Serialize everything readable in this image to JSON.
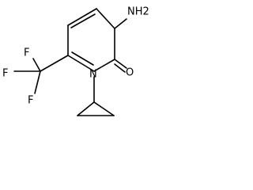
{
  "molecule": {
    "atoms": {
      "amine": "NH2",
      "carbonyl_oxygen": "O",
      "ring_nitrogen": "N",
      "fluorine_1": "F",
      "fluorine_2": "F",
      "fluorine_3": "F"
    }
  }
}
